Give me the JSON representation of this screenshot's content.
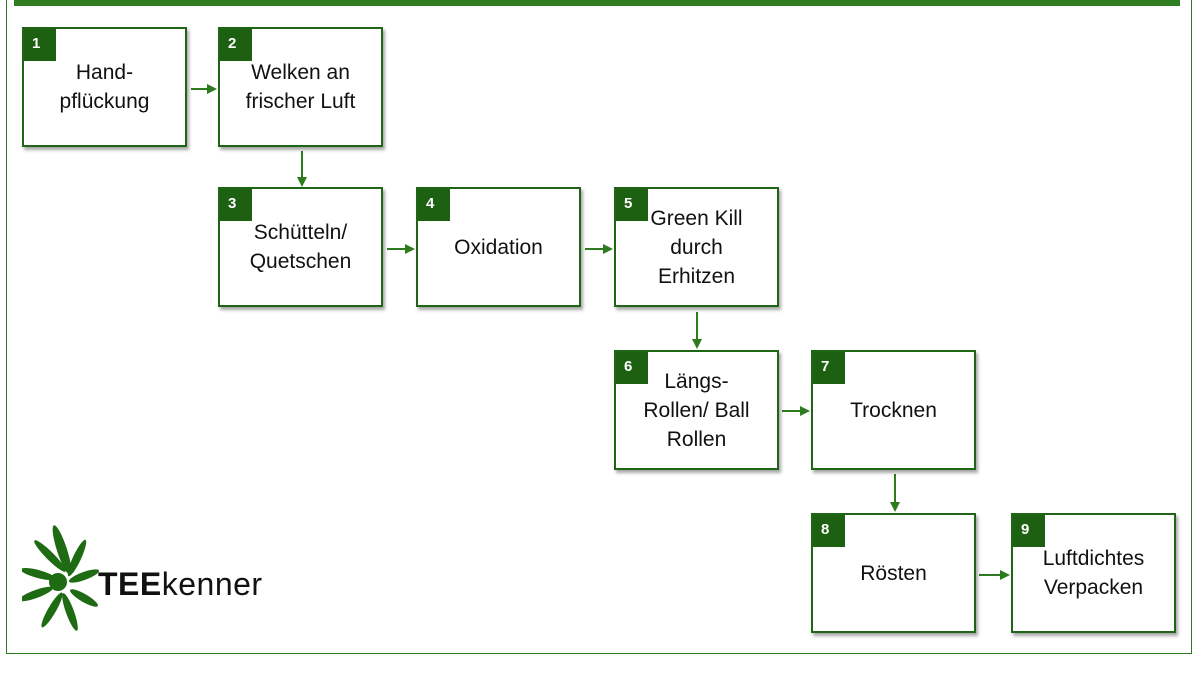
{
  "steps": [
    {
      "number": "1",
      "label": "Hand-\npflückung"
    },
    {
      "number": "2",
      "label": "Welken an\nfrischer Luft"
    },
    {
      "number": "3",
      "label": "Schütteln/\nQuetschen"
    },
    {
      "number": "4",
      "label": "Oxidation"
    },
    {
      "number": "5",
      "label": "Green Kill\ndurch\nErhitzen"
    },
    {
      "number": "6",
      "label": "Längs-\nRollen/ Ball\nRollen"
    },
    {
      "number": "7",
      "label": "Trocknen"
    },
    {
      "number": "8",
      "label": "Rösten"
    },
    {
      "number": "9",
      "label": "Luftdichtes\nVerpacken"
    }
  ],
  "logo": {
    "bold_part": "TEE",
    "light_part": "kenner"
  },
  "colors": {
    "accent": "#1e6616",
    "badge": "#1e6012",
    "arrow": "#2e7a1e"
  }
}
